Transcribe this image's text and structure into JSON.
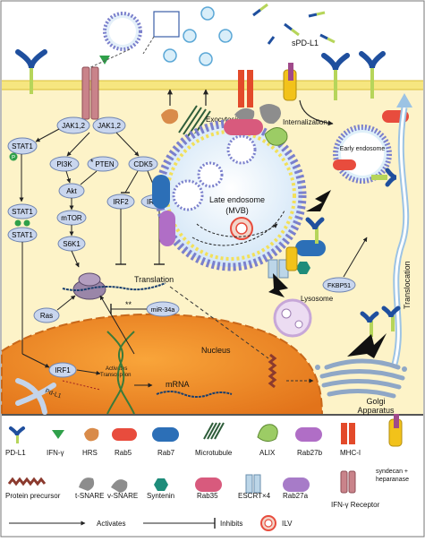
{
  "top_labels": {
    "spdl1": "sPD-L1"
  },
  "pathway": {
    "jak_left": "JAK1,2",
    "jak_right": "JAK1,2",
    "stat1": "STAT1",
    "stat1_p": "P",
    "stat1_dimer_top": "STAT1",
    "stat1_dimer_bottom": "STAT1",
    "pi3k": "PI3K",
    "pten": "PTEN",
    "pten_mark": "*",
    "cdk5": "CDK5",
    "akt": "Akt",
    "mtor": "mTOR",
    "s6k1": "S6K1",
    "irf2": "IRF2",
    "irf2bp": "IRF2BP",
    "ras": "Ras",
    "mir34a": "miR-34a",
    "mir_mark": "**",
    "translation": "Translation"
  },
  "cell_labels": {
    "exocytosis": "Exocytosis",
    "internalization": "Internalization",
    "early_endosome": "Early endosome",
    "late_endosome_1": "Late endosome",
    "late_endosome_2": "(MVB)",
    "lysosome": "Lysosome",
    "fkbp51": "FKBP51",
    "translocation": "Translocation",
    "golgi_1": "Golgi",
    "golgi_2": "Apparatus",
    "nucleus": "Nucleus",
    "irf1": "IRF1",
    "activates": "Activates",
    "transcription": "Transcription",
    "mrna": "mRNA",
    "gene": "Pd-L1"
  },
  "legend": [
    {
      "id": "pdl1",
      "label": "PD-L1"
    },
    {
      "id": "ifng",
      "label": "IFN-γ"
    },
    {
      "id": "hrs",
      "label": "HRS"
    },
    {
      "id": "rab5",
      "label": "Rab5"
    },
    {
      "id": "rab7",
      "label": "Rab7"
    },
    {
      "id": "microtubule",
      "label": "Microtubule"
    },
    {
      "id": "alix",
      "label": "ALIX"
    },
    {
      "id": "rab27b",
      "label": "Rab27b"
    },
    {
      "id": "mhc1",
      "label": "MHC-I"
    },
    {
      "id": "syndecan",
      "label": "syndecan + heparanase"
    },
    {
      "id": "precursor",
      "label": "Protein precursor"
    },
    {
      "id": "tsnare",
      "label": "t-SNARE"
    },
    {
      "id": "vsnare",
      "label": "v-SNARE"
    },
    {
      "id": "syntenin",
      "label": "Syntenin"
    },
    {
      "id": "rab35",
      "label": "Rab35"
    },
    {
      "id": "escrt",
      "label": "ESCRT×4"
    },
    {
      "id": "rab27a",
      "label": "Rab27a"
    },
    {
      "id": "ifngr",
      "label": "IFN-γ Receptor"
    }
  ],
  "legend_bottom": {
    "activates": "Activates",
    "inhibits": "Inhibits",
    "ilv": "ILV"
  },
  "colors": {
    "cytoplasm": "#fdf3c8",
    "nucleus": "#f08a1a",
    "nucleus_pore": "#c9681a",
    "node_fill": "#c9d6ee",
    "node_stroke": "#6f84b0",
    "pdl1_blue": "#1f4f9e",
    "pdl1_green": "#b6d55a",
    "rab5": "#e84c3d",
    "rab7": "#2c6fb7",
    "rab27b": "#b06ec6",
    "rab27a": "#a77bc8",
    "rab35": "#d85a7d",
    "syntenin": "#1e8c7a",
    "mhc1": "#e34a2a",
    "membrane": "#f2e05a",
    "mvb_lipid": "#7b80cc",
    "lysosome": "#c7a7d8",
    "golgi": "#8fa7c6"
  }
}
